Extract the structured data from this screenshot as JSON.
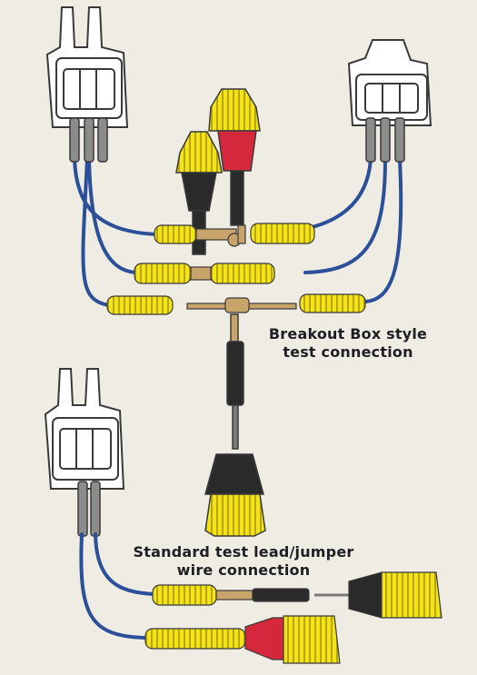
{
  "captions": {
    "breakout": {
      "line1": "Breakout Box style",
      "line2": "test connection"
    },
    "standard": {
      "line1": "Standard test lead/jumper",
      "line2": "wire connection"
    }
  },
  "colors": {
    "background": "#efece4",
    "wire": "#2c4f9a",
    "boot_yellow": "#f2e31b",
    "boot_red": "#d5283c",
    "probe_black": "#2a2a2a",
    "brass": "#c8a36a",
    "connector_outline": "#3a3a3a"
  }
}
